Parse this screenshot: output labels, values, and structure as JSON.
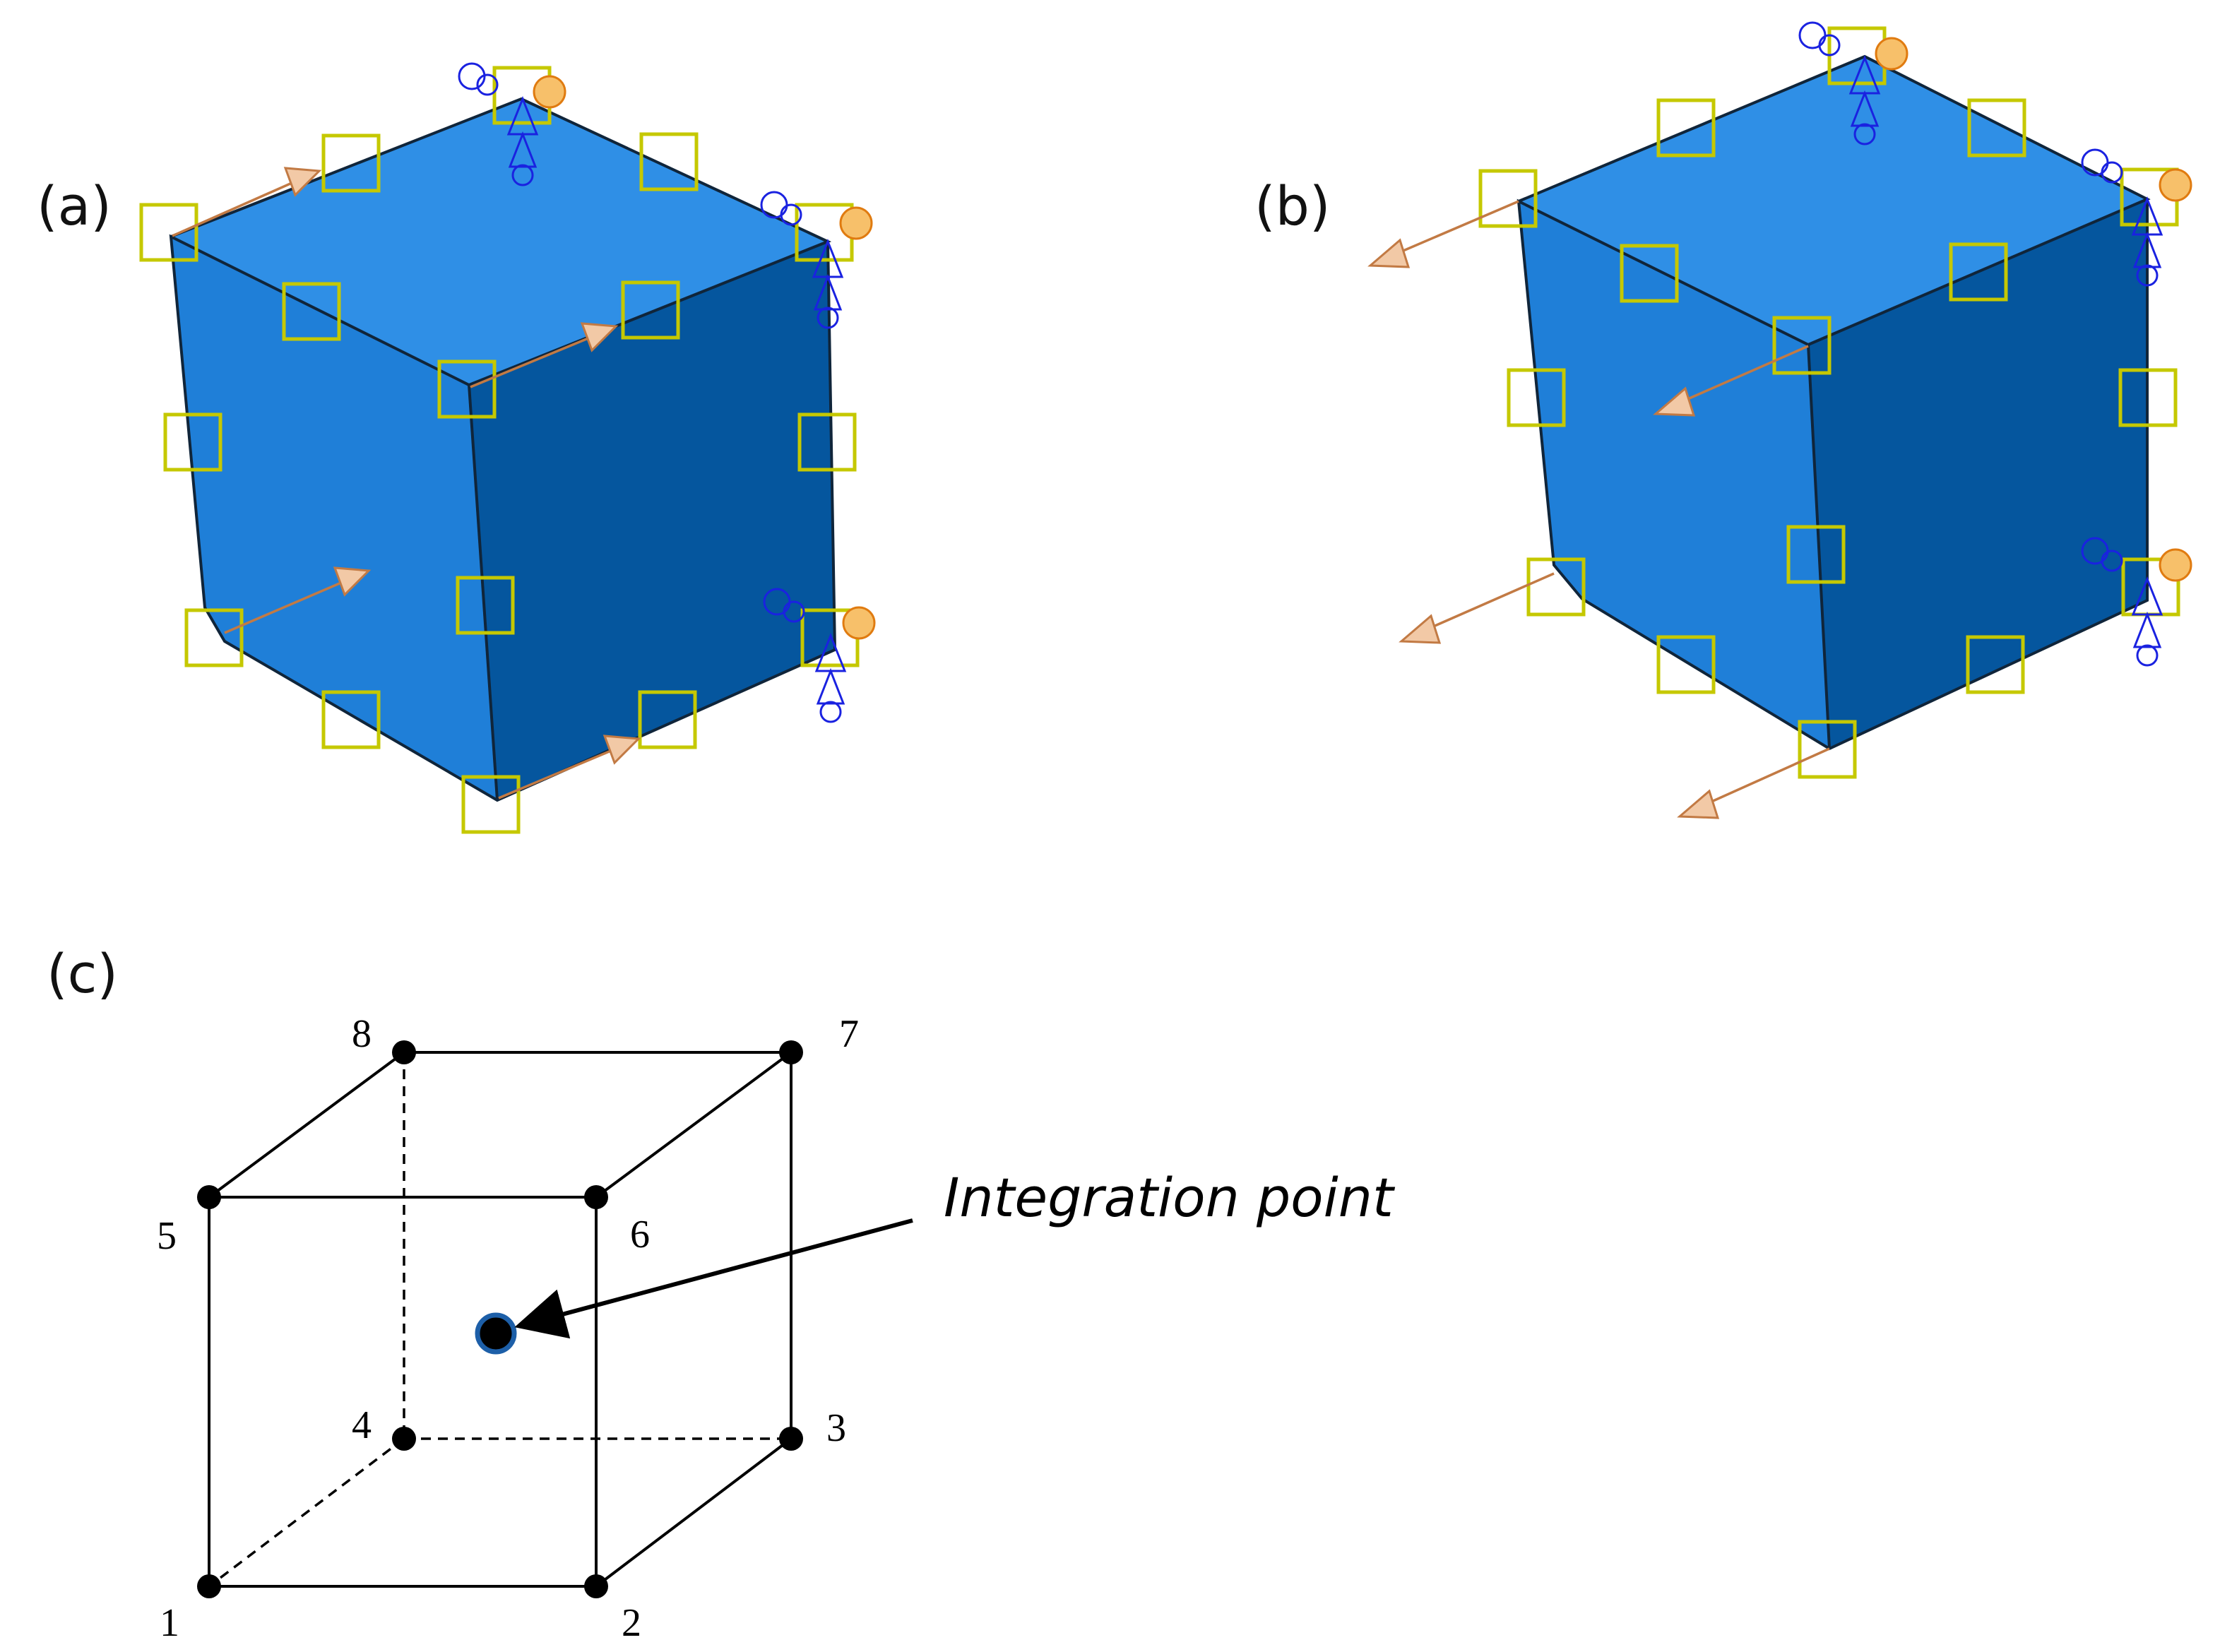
{
  "panels": {
    "a": {
      "label": "(a)"
    },
    "b": {
      "label": "(b)"
    },
    "c": {
      "label": "(c)"
    }
  },
  "element": {
    "nodes": [
      {
        "id": "1",
        "label": "1"
      },
      {
        "id": "2",
        "label": "2"
      },
      {
        "id": "3",
        "label": "3"
      },
      {
        "id": "4",
        "label": "4"
      },
      {
        "id": "5",
        "label": "5"
      },
      {
        "id": "6",
        "label": "6"
      },
      {
        "id": "7",
        "label": "7"
      },
      {
        "id": "8",
        "label": "8"
      }
    ],
    "integration_point_label": "Integration point"
  },
  "colors": {
    "cube_top": "#2f8fe6",
    "cube_left": "#1f7fd8",
    "cube_right": "#05569e",
    "node_marker": "#c5c800",
    "load_arrow": "#c27a44",
    "bc_blue": "#1a22e0",
    "bc_orange": "#e07b10",
    "integration_point_ring": "#1d5fa8"
  }
}
